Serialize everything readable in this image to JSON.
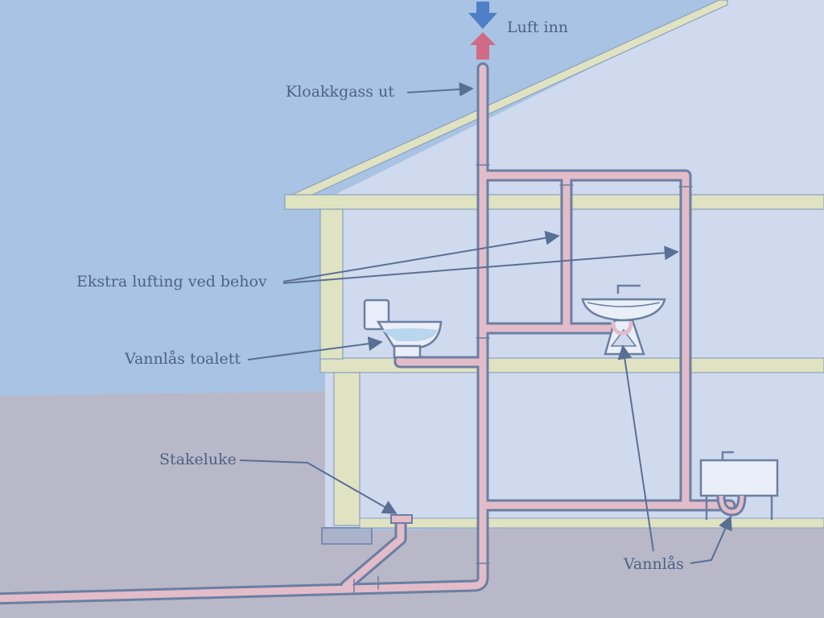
{
  "labels": {
    "air_in": "Luft inn",
    "sewer_gas_out": "Kloakkgass ut",
    "extra_venting": "Ekstra lufting ved behov",
    "toilet_trap": "Vannlås toalett",
    "cleanout": "Stakeluke",
    "traps": "Vannlås"
  },
  "colors": {
    "sky": "#a9c3e4",
    "ground": "#b8b8c8",
    "interior": "#cfdaee",
    "house_frame": "#dfe3c2",
    "pipe_fill": "#e3bcc9",
    "pipe_outline": "#6a7fa2",
    "arrow_down": "#4f7fc6",
    "arrow_up": "#d16b84",
    "label_text": "#4d6285"
  }
}
